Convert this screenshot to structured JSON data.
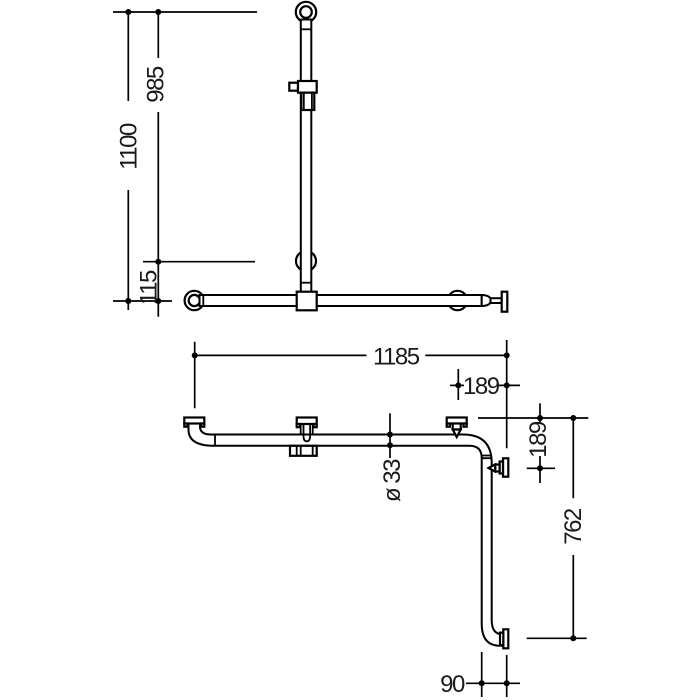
{
  "drawing": {
    "kind": "dimensioned technical drawing",
    "views": {
      "front_elevation": {
        "dimensions": {
          "total_height": "1100",
          "upper_section_height": "985",
          "bar_to_support_offset": "115"
        }
      },
      "plan": {
        "dimensions": {
          "overall_length": "1185",
          "corner_support_to_wall": "189",
          "side_support_to_wall": "189",
          "side_leg_length": "762",
          "end_return_offset": "90",
          "tube_diameter": "ø 33"
        }
      }
    },
    "colors": {
      "line": "#000000",
      "text": "#1a1a1a",
      "background": "#ffffff"
    }
  }
}
